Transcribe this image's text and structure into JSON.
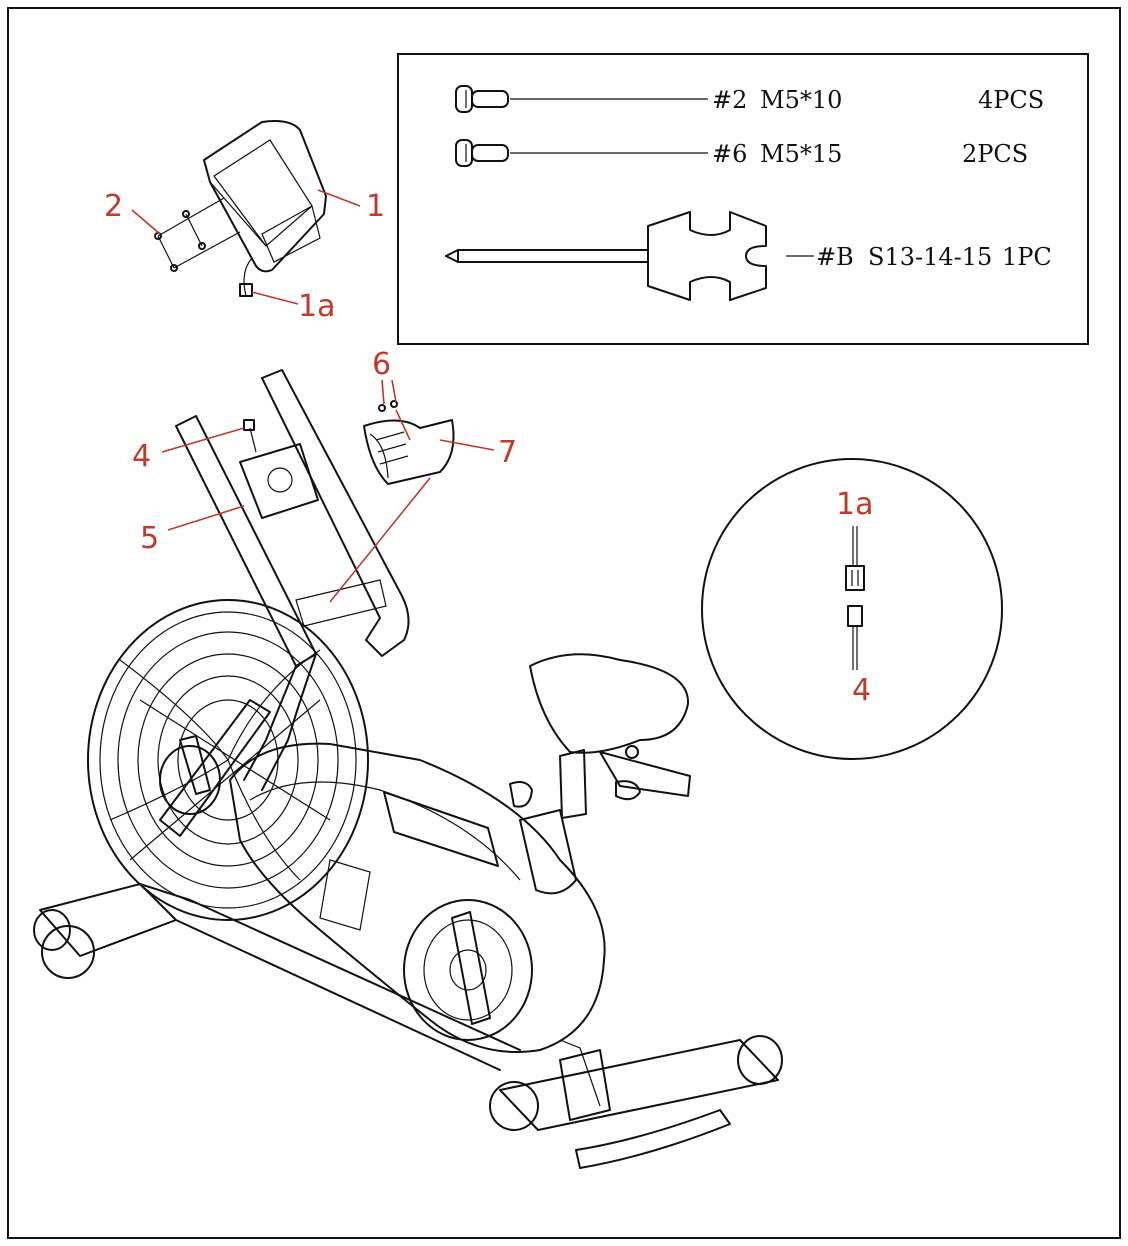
{
  "colors": {
    "ink": "#111111",
    "callout": "#c0392b",
    "background": "#ffffff"
  },
  "hardware": [
    {
      "code": "#2",
      "size": "M5*10",
      "qty": "4PCS"
    },
    {
      "code": "#6",
      "size": "M5*15",
      "qty": "2PCS"
    },
    {
      "code": "#B",
      "size": "S13-14-15",
      "qty": "1PC"
    }
  ],
  "callouts": {
    "part_1": "1",
    "part_1a": "1a",
    "part_2": "2",
    "part_4": "4",
    "part_5": "5",
    "part_6": "6",
    "part_7": "7",
    "detail_1a": "1a",
    "detail_4": "4"
  }
}
